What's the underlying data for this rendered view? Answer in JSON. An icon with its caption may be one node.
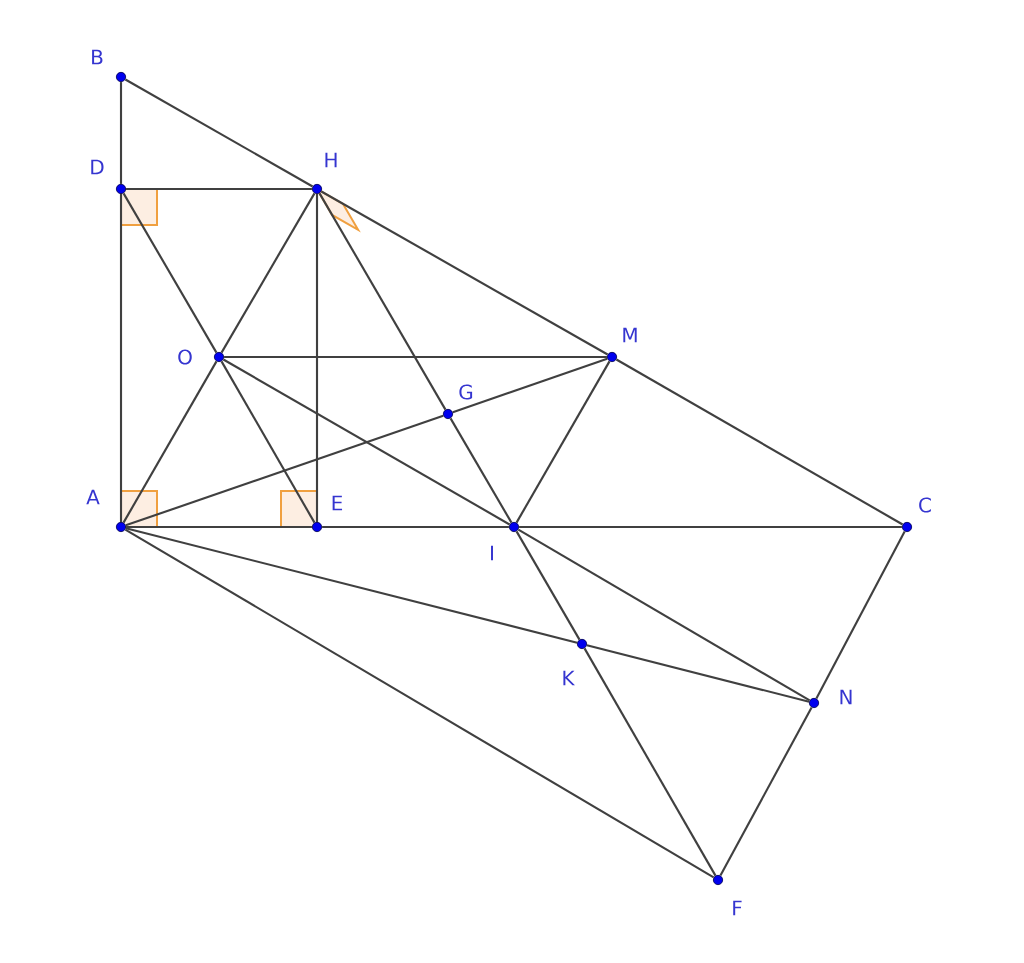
{
  "diagram": {
    "nodes": [
      {
        "text": [
          "B"
        ]
      },
      {
        "text": [
          "D"
        ]
      },
      {
        "text": [
          "H"
        ]
      },
      {
        "text": [
          "O"
        ]
      },
      {
        "text": [
          "M"
        ]
      },
      {
        "text": [
          "G"
        ]
      },
      {
        "text": [
          "A"
        ]
      },
      {
        "text": [
          "E"
        ]
      },
      {
        "text": [
          "I"
        ]
      },
      {
        "text": [
          "C"
        ]
      },
      {
        "text": [
          "K"
        ]
      },
      {
        "text": [
          "N"
        ]
      },
      {
        "text": [
          "F"
        ]
      }
    ],
    "edges": [
      {
        "from": 0,
        "to": 1,
        "arrow": "none"
      },
      {
        "from": 1,
        "to": 6,
        "arrow": "none"
      },
      {
        "from": 0,
        "to": 2,
        "arrow": "none"
      },
      {
        "from": 2,
        "to": 4,
        "arrow": "none"
      },
      {
        "from": 4,
        "to": 9,
        "arrow": "none"
      },
      {
        "from": 1,
        "to": 2,
        "arrow": "none"
      },
      {
        "from": 2,
        "to": 7,
        "arrow": "none"
      },
      {
        "from": 1,
        "to": 3,
        "arrow": "none"
      },
      {
        "from": 3,
        "to": 7,
        "arrow": "none"
      },
      {
        "from": 2,
        "to": 3,
        "arrow": "none"
      },
      {
        "from": 3,
        "to": 6,
        "arrow": "none"
      },
      {
        "from": 2,
        "to": 5,
        "arrow": "none"
      },
      {
        "from": 5,
        "to": 8,
        "arrow": "none"
      },
      {
        "from": 8,
        "to": 10,
        "arrow": "none"
      },
      {
        "from": 10,
        "to": 12,
        "arrow": "none"
      },
      {
        "from": 3,
        "to": 4,
        "arrow": "none"
      },
      {
        "from": 3,
        "to": 8,
        "arrow": "none"
      },
      {
        "from": 8,
        "to": 11,
        "arrow": "none"
      },
      {
        "from": 6,
        "to": 5,
        "arrow": "none"
      },
      {
        "from": 5,
        "to": 4,
        "arrow": "none"
      },
      {
        "from": 4,
        "to": 8,
        "arrow": "none"
      },
      {
        "from": 6,
        "to": 7,
        "arrow": "none"
      },
      {
        "from": 7,
        "to": 8,
        "arrow": "none"
      },
      {
        "from": 8,
        "to": 9,
        "arrow": "none"
      },
      {
        "from": 9,
        "to": 11,
        "arrow": "none"
      },
      {
        "from": 11,
        "to": 12,
        "arrow": "none"
      },
      {
        "from": 6,
        "to": 10,
        "arrow": "none"
      },
      {
        "from": 10,
        "to": 11,
        "arrow": "none"
      },
      {
        "from": 6,
        "to": 12,
        "arrow": "none"
      }
    ]
  }
}
